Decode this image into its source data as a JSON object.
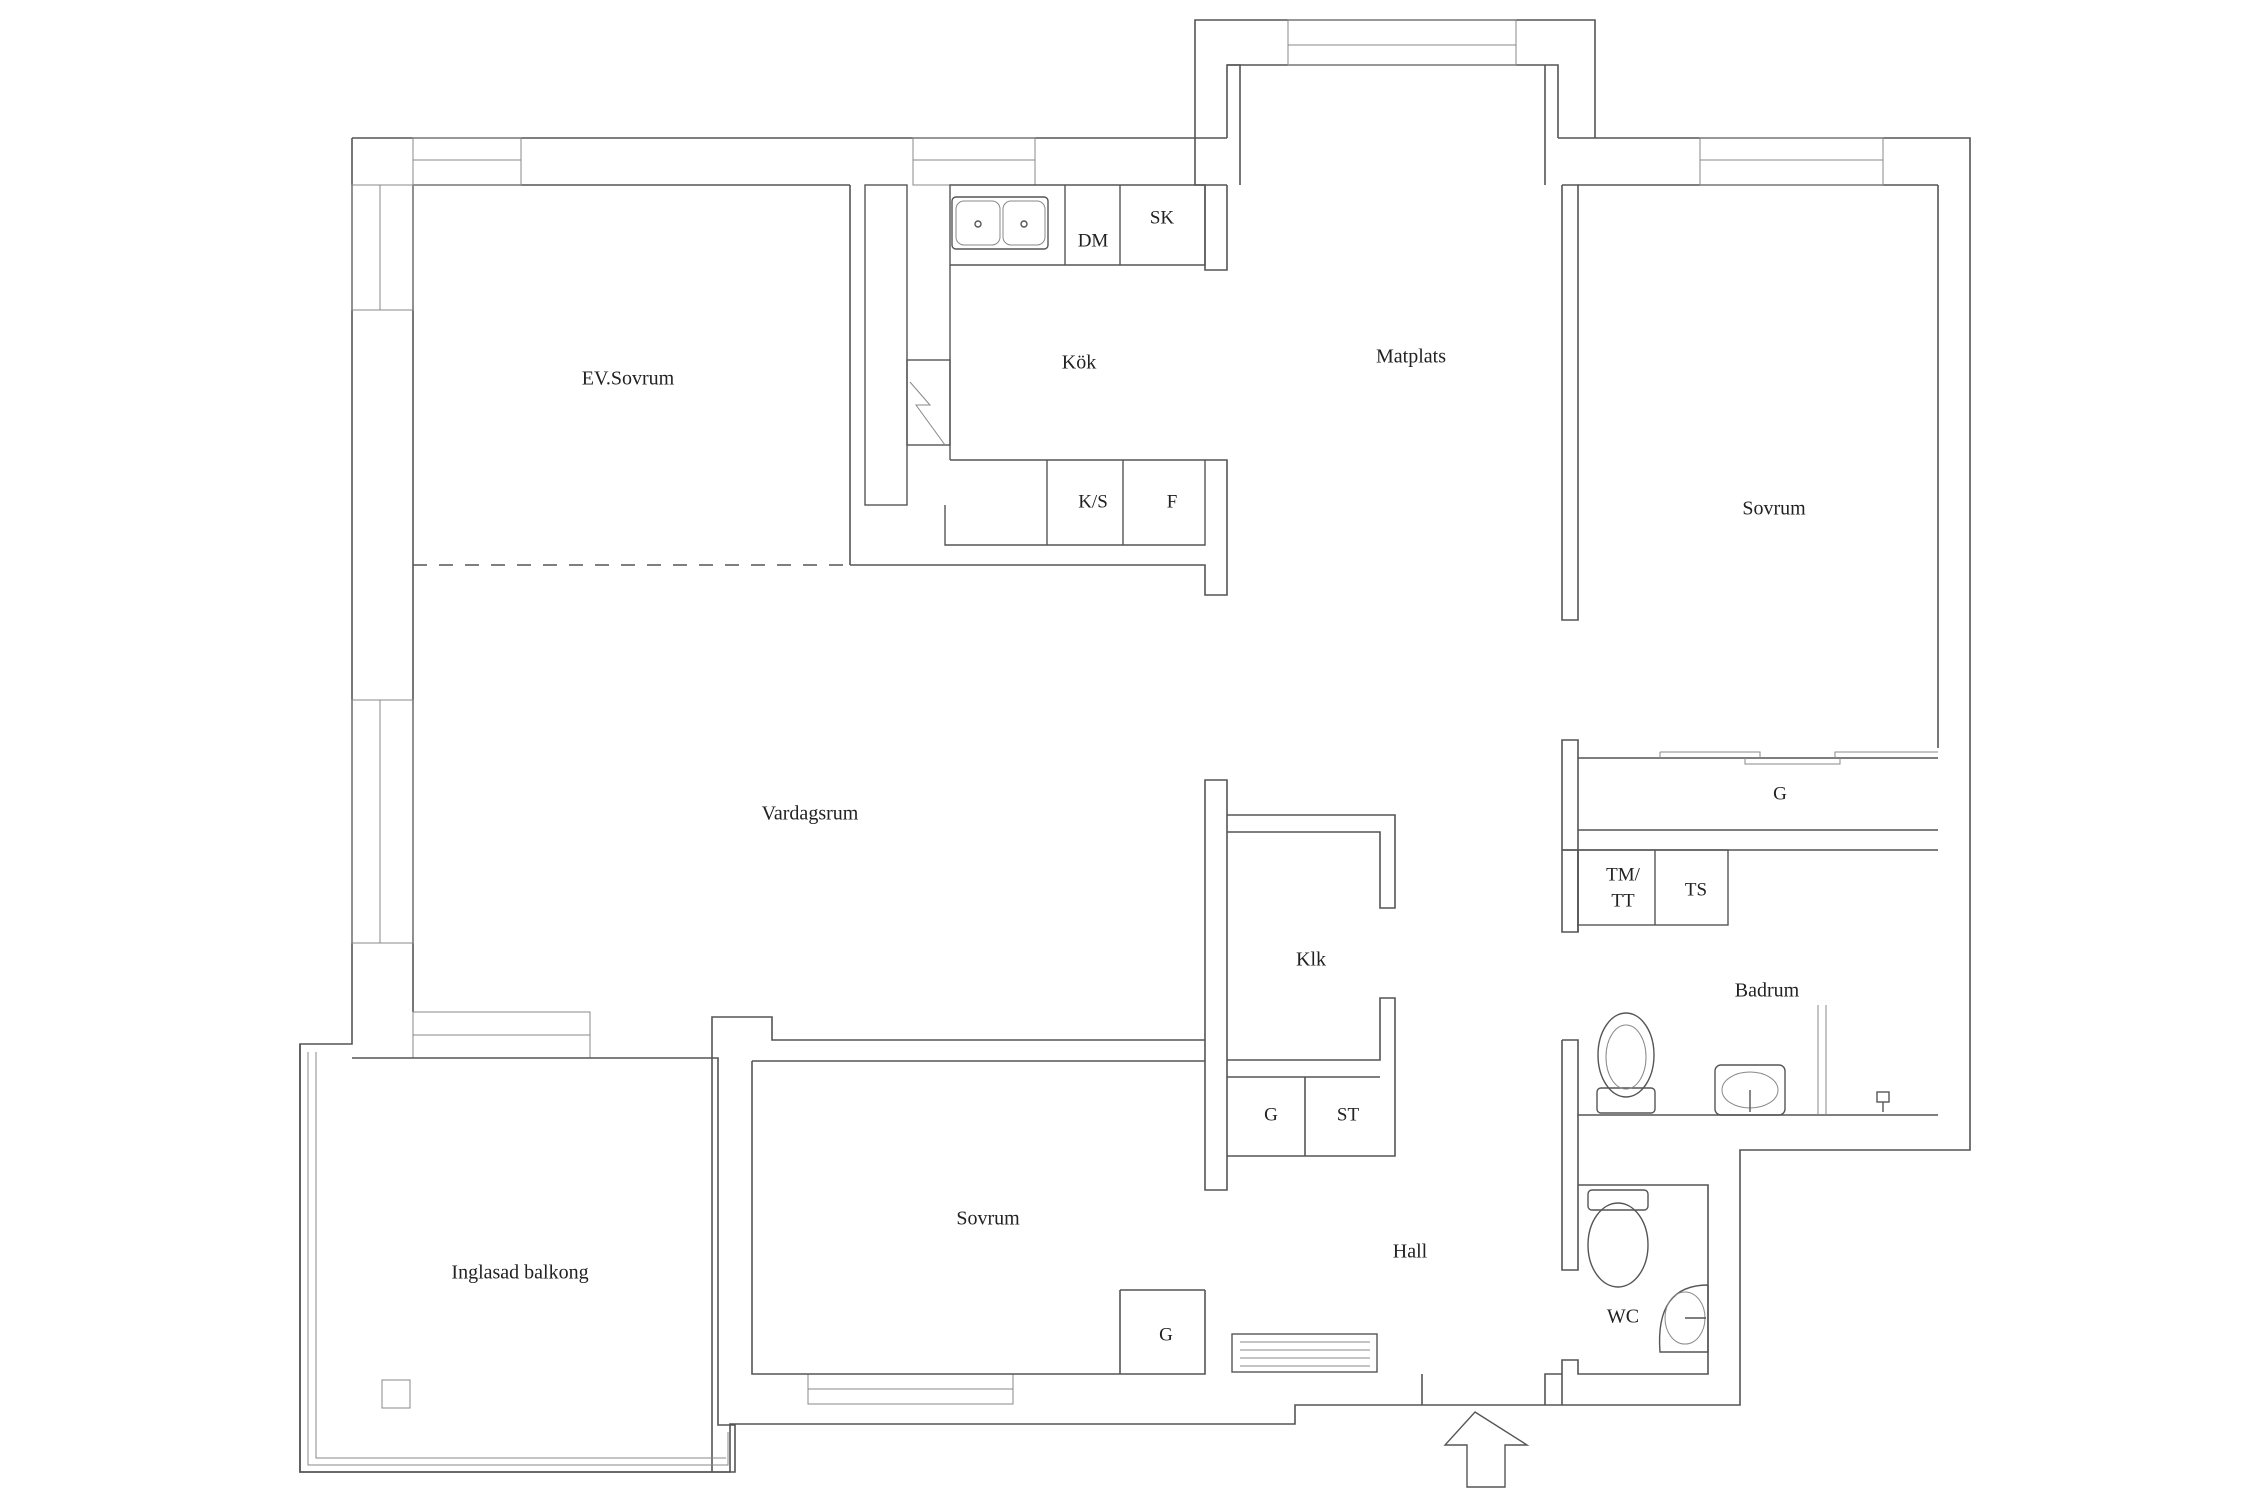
{
  "rooms": {
    "ev_sovrum": "EV.Sovrum",
    "kok": "Kök",
    "matplats": "Matplats",
    "sovrum_right": "Sovrum",
    "vardagsrum": "Vardagsrum",
    "klk": "Klk",
    "badrum": "Badrum",
    "sovrum_bottom": "Sovrum",
    "hall": "Hall",
    "wc": "WC",
    "inglasad_balkong": "Inglasad balkong"
  },
  "fixtures": {
    "dm": "DM",
    "sk": "SK",
    "ks": "K/S",
    "f": "F",
    "g_bedroom_right": "G",
    "tm_line1": "TM/",
    "tm_line2": "TT",
    "ts": "TS",
    "g_hall": "G",
    "st": "ST",
    "g_bedroom_bottom": "G"
  }
}
